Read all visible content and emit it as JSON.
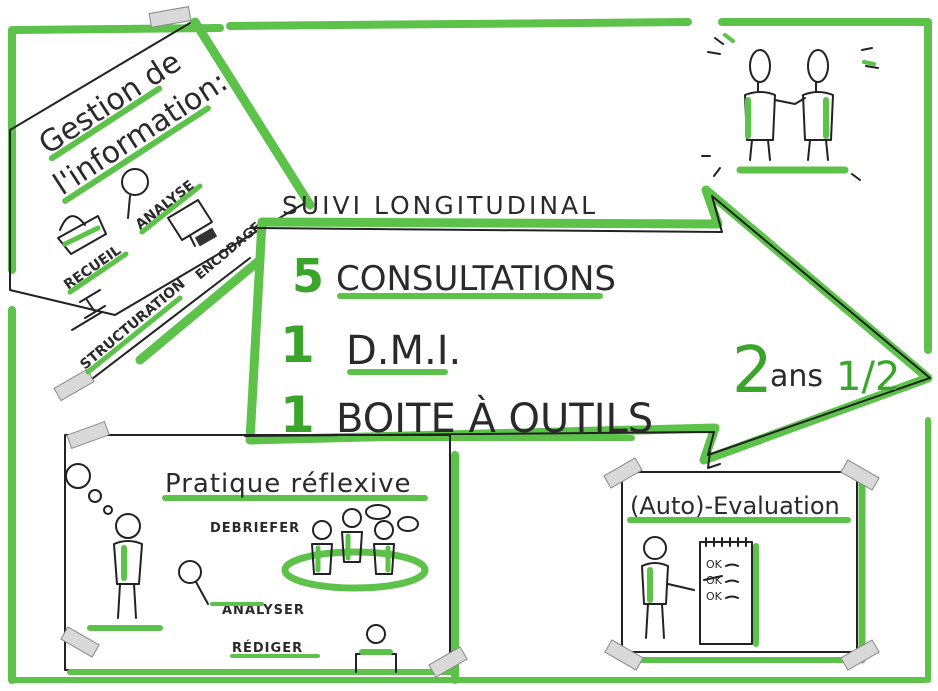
{
  "colors": {
    "green": "#5cc24a",
    "ink": "#222222",
    "paper": "#ffffff",
    "tape": "#d9d9d9"
  },
  "gestion": {
    "title_line1": "Gestion de",
    "title_line2": "l'information:",
    "items": [
      "RECUEIL",
      "ANALYSE",
      "STRUCTURATION",
      "ENCODAGE"
    ]
  },
  "arrow": {
    "header": "SUIVI LONGITUDINAL",
    "rows": [
      {
        "number": "5",
        "label": "CONSULTATIONS"
      },
      {
        "number": "1",
        "label": "D.M.I."
      },
      {
        "number": "1",
        "label": "BOITE À OUTILS"
      }
    ],
    "duration": {
      "number": "2",
      "unit": "ans",
      "fraction": "1/2"
    }
  },
  "pratique": {
    "title": "Pratique réflexive",
    "items": [
      "DEBRIEFER",
      "ANALYSER",
      "RÉDIGER"
    ]
  },
  "evaluation": {
    "title": "(Auto)-Evaluation",
    "checklist": [
      "OK",
      "OK",
      "OK"
    ]
  },
  "icons": [
    "handshake-icon",
    "basket-icon",
    "magnifier-icon",
    "computer-icon",
    "hierarchy-icon",
    "thought-bubble-icon",
    "group-circle-icon",
    "writing-desk-icon",
    "notepad-checklist-icon"
  ]
}
